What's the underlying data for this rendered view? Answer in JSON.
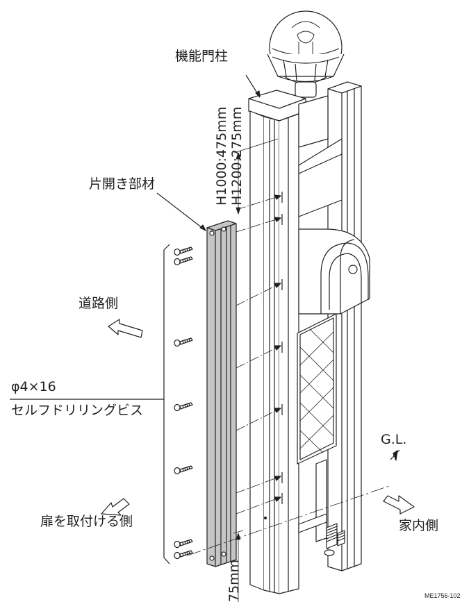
{
  "labels": {
    "gate_post": "機能門柱",
    "single_swing_member": "片開き部材",
    "road_side": "道路側",
    "screw_spec": "φ4×16",
    "screw_type": "セルフドリリングビス",
    "door_side": "扉を取付ける側",
    "house_side": "家内側",
    "ground_level": "G.L.",
    "dim_top_line1": "H1000:475mm",
    "dim_top_line2": "H1200:275mm",
    "dim_bottom": "75mm",
    "figure_code": "ME1756-102"
  }
}
